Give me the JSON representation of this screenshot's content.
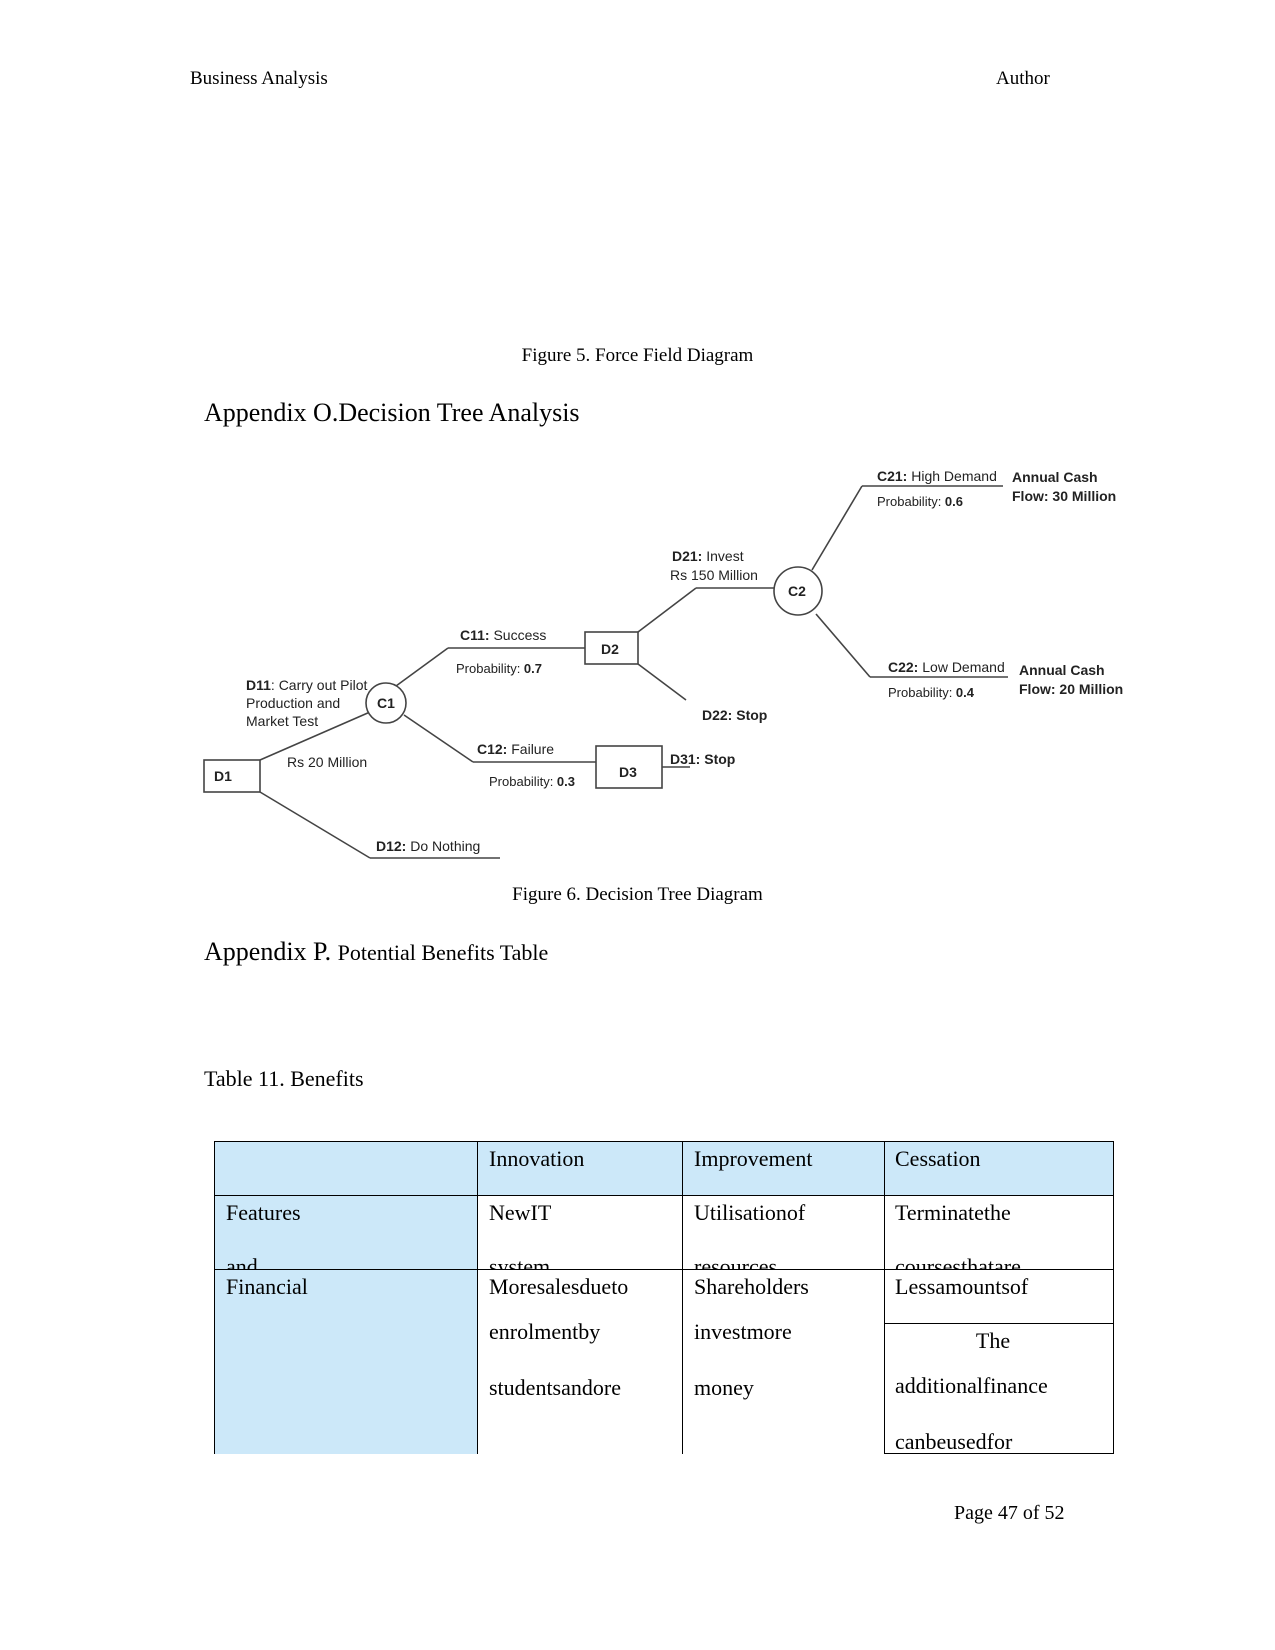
{
  "header": {
    "left": "Business Analysis",
    "right": "Author"
  },
  "figure5_caption": "Figure 5. Force Field Diagram",
  "appendix_o": {
    "label": "Appendix O.",
    "title": "Decision Tree Analysis"
  },
  "tree": {
    "d1": "D1",
    "d11_bold": "D11",
    "d11_lines": [
      ": Carry out Pilot",
      "Production and",
      "Market Test"
    ],
    "cost_d11": "Rs 20 Million",
    "c1": "C1",
    "c11_bold": "C11:",
    "c11_text": " Success",
    "c11_prob_label": "Probability: ",
    "c11_prob": "0.7",
    "c12_bold": "C12:",
    "c12_text": " Failure",
    "c12_prob_label": "Probability: ",
    "c12_prob": "0.3",
    "d2": "D2",
    "d3": "D3",
    "d12_bold": "D12:",
    "d12_text": " Do Nothing",
    "d21_bold": "D21:",
    "d21_text": " Invest",
    "d21_cost": "Rs 150 Million",
    "d22": "D22: Stop",
    "d31": "D31: Stop",
    "c2": "C2",
    "c21_bold": "C21:",
    "c21_text": " High Demand",
    "c21_prob_label": "Probability: ",
    "c21_prob": "0.6",
    "c21_flow": [
      "Annual Cash",
      "Flow: 30 Million"
    ],
    "c22_bold": "C22:",
    "c22_text": " Low Demand",
    "c22_prob_label": "Probability: ",
    "c22_prob": "0.4",
    "c22_flow": [
      "Annual Cash",
      "Flow: 20 Million"
    ]
  },
  "figure6_caption": "Figure 6. Decision Tree Diagram",
  "appendix_p": {
    "label": "Appendix P.",
    "title": "Potential Benefits Table"
  },
  "table_title": "Table 11. Benefits",
  "table": {
    "headers": [
      "",
      "Innovation",
      "Improvement",
      "Cessation"
    ],
    "features_row": {
      "label": [
        "Features",
        "and"
      ],
      "innovation": [
        [
          "New",
          "IT"
        ],
        [
          "system"
        ]
      ],
      "improvement": [
        [
          "Utilisation",
          "of"
        ],
        [
          "resources"
        ]
      ],
      "cessation": [
        [
          "Terminate",
          "the"
        ],
        [
          "courses",
          "that",
          "are"
        ]
      ]
    },
    "financial_row": {
      "label": "Financial",
      "innovation": [
        [
          "More",
          "sales",
          "due",
          "to"
        ],
        [
          "enrolment",
          "by"
        ],
        [
          "students",
          "and",
          "ore"
        ]
      ],
      "improvement": [
        [
          "Shareholders"
        ],
        [
          "invest",
          "more"
        ],
        [
          "money"
        ]
      ],
      "cessation_top": [
        [
          "Less",
          "amounts",
          "of"
        ]
      ],
      "cessation_bottom": [
        [
          "The"
        ],
        [
          "additional",
          "finance"
        ],
        [
          "can",
          "be",
          "used",
          "for"
        ]
      ]
    }
  },
  "footer": {
    "page": "Page 47 of 52"
  }
}
